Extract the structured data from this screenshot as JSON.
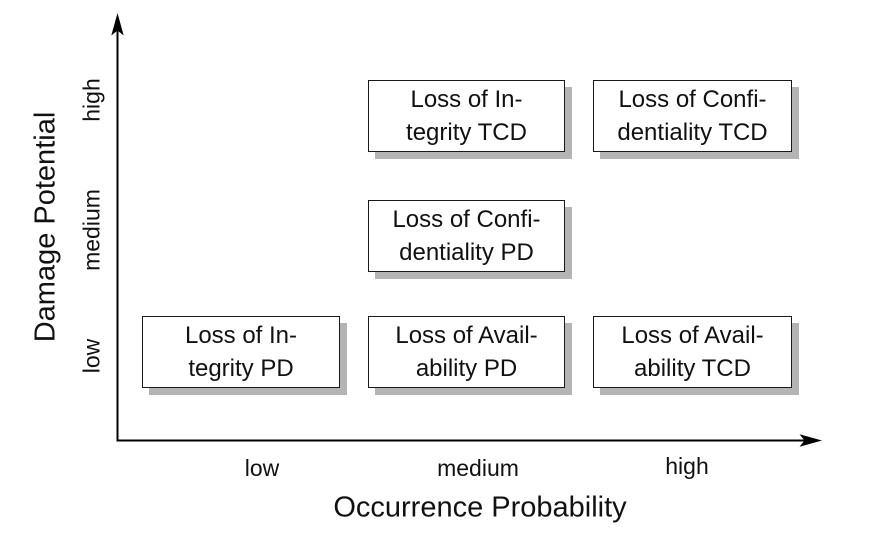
{
  "chart_data": {
    "type": "scatter",
    "title": "",
    "xlabel": "Occurrence Probability",
    "ylabel": "Damage Potential",
    "x_ticks": [
      "low",
      "medium",
      "high"
    ],
    "y_ticks": [
      "low",
      "medium",
      "high"
    ],
    "grid": false,
    "points": [
      {
        "label": "Loss of Integrity TCD",
        "x": "medium",
        "y": "high"
      },
      {
        "label": "Loss of Confidentiality TCD",
        "x": "high",
        "y": "high"
      },
      {
        "label": "Loss of Confidentiality PD",
        "x": "medium",
        "y": "medium"
      },
      {
        "label": "Loss of Integrity PD",
        "x": "low",
        "y": "low"
      },
      {
        "label": "Loss of Availability PD",
        "x": "medium",
        "y": "low"
      },
      {
        "label": "Loss of Availability TCD",
        "x": "high",
        "y": "low"
      }
    ]
  },
  "axes": {
    "x_label": "Occurrence Probability",
    "y_label": "Damage Potential",
    "x_ticks": {
      "low": "low",
      "medium": "medium",
      "high": "high"
    },
    "y_ticks": {
      "low": "low",
      "medium": "medium",
      "high": "high"
    }
  },
  "boxes": [
    {
      "line1": "Loss of In-",
      "line2": "tegrity TCD"
    },
    {
      "line1": "Loss of Confi-",
      "line2": "dentiality TCD"
    },
    {
      "line1": "Loss of Confi-",
      "line2": "dentiality PD"
    },
    {
      "line1": "Loss of In-",
      "line2": "tegrity PD"
    },
    {
      "line1": "Loss of Avail-",
      "line2": "ability PD"
    },
    {
      "line1": "Loss of Avail-",
      "line2": "ability TCD"
    }
  ],
  "colors": {
    "background": "#ffffff",
    "axis": "#000000",
    "text": "#111111",
    "box_border": "#1a1a1a",
    "box_fill": "#ffffff",
    "box_shadow": "#b4b4b4"
  }
}
